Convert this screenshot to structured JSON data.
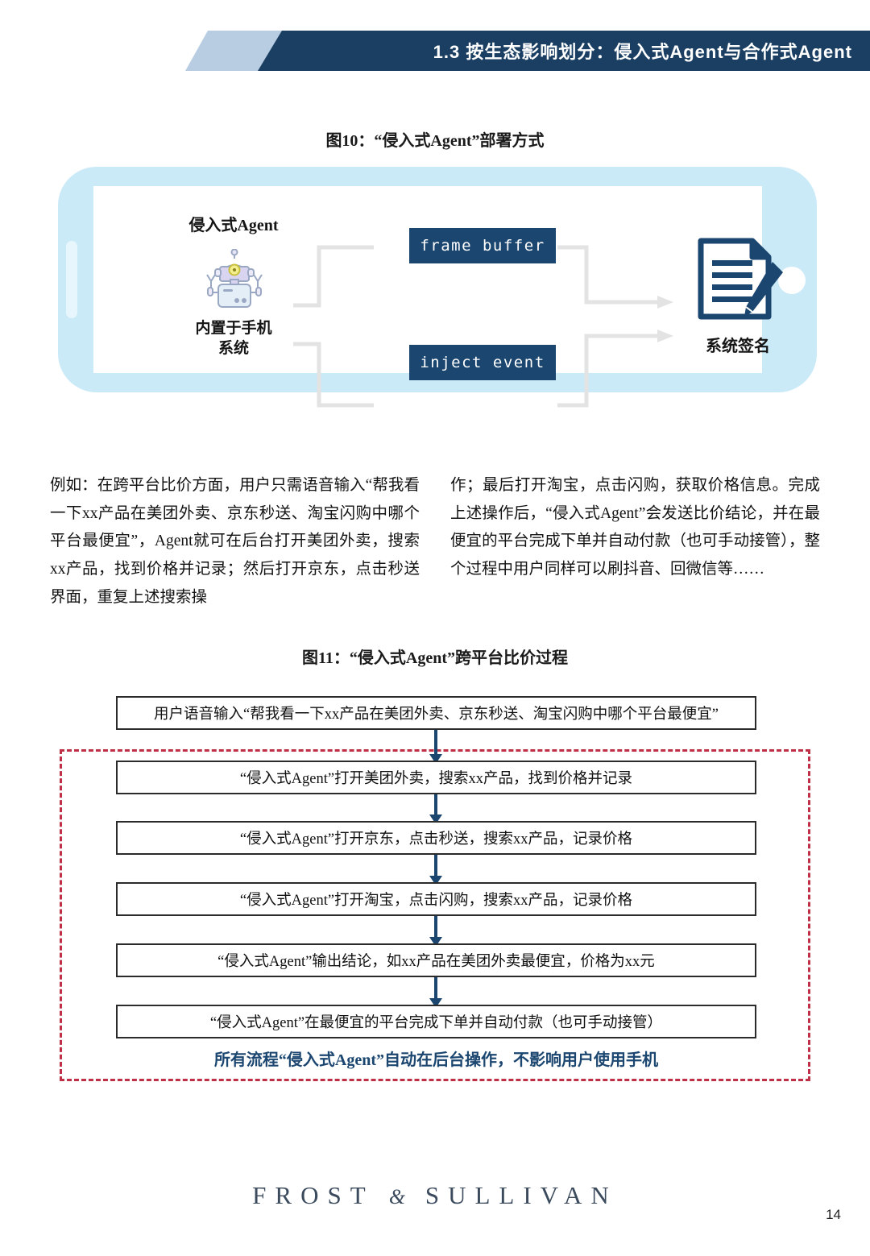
{
  "header": {
    "section_title": "1.3 按生态影响划分：侵入式Agent与合作式Agent"
  },
  "figure10": {
    "title": "图10：“侵入式Agent”部署方式",
    "agent_label": "侵入式Agent",
    "builtin_label": "内置于手机\n系统",
    "box_frame_buffer": "frame buffer",
    "box_inject_event": "inject event",
    "signature_label": "系统签名",
    "colors": {
      "phone_body": "#cbeaf8",
      "dark_box": "#1b4670",
      "wire": "#e3e3e3",
      "doc_icon": "#1b4670"
    }
  },
  "body_text": {
    "left": "例如：在跨平台比价方面，用户只需语音输入“帮我看一下xx产品在美团外卖、京东秒送、淘宝闪购中哪个平台最便宜”，Agent就可在后台打开美团外卖，搜索xx产品，找到价格并记录；然后打开京东，点击秒送界面，重复上述搜索操",
    "right": "作；最后打开淘宝，点击闪购，获取价格信息。完成上述操作后，“侵入式Agent”会发送比价结论，并在最便宜的平台完成下单并自动付款（也可手动接管），整个过程中用户同样可以刷抖音、回微信等……"
  },
  "figure11": {
    "title": "图11：“侵入式Agent”跨平台比价过程",
    "steps": [
      "用户语音输入“帮我看一下xx产品在美团外卖、京东秒送、淘宝闪购中哪个平台最便宜”",
      "“侵入式Agent”打开美团外卖，搜索xx产品，找到价格并记录",
      "“侵入式Agent”打开京东，点击秒送，搜索xx产品，记录价格",
      "“侵入式Agent”打开淘宝，点击闪购，搜索xx产品，记录价格",
      "“侵入式Agent”输出结论，如xx产品在美团外卖最便宜，价格为xx元",
      "“侵入式Agent”在最便宜的平台完成下单并自动付款（也可手动接管）"
    ],
    "note": "所有流程“侵入式Agent”自动在后台操作，不影响用户使用手机",
    "colors": {
      "dashed_border": "#bf2f45",
      "arrow": "#1b4670",
      "note_text": "#1b4670",
      "box_border": "#2b2b2b"
    }
  },
  "footer": {
    "brand_first": "FROST",
    "brand_amp": "&",
    "brand_second": "SULLIVAN",
    "page_number": "14"
  }
}
